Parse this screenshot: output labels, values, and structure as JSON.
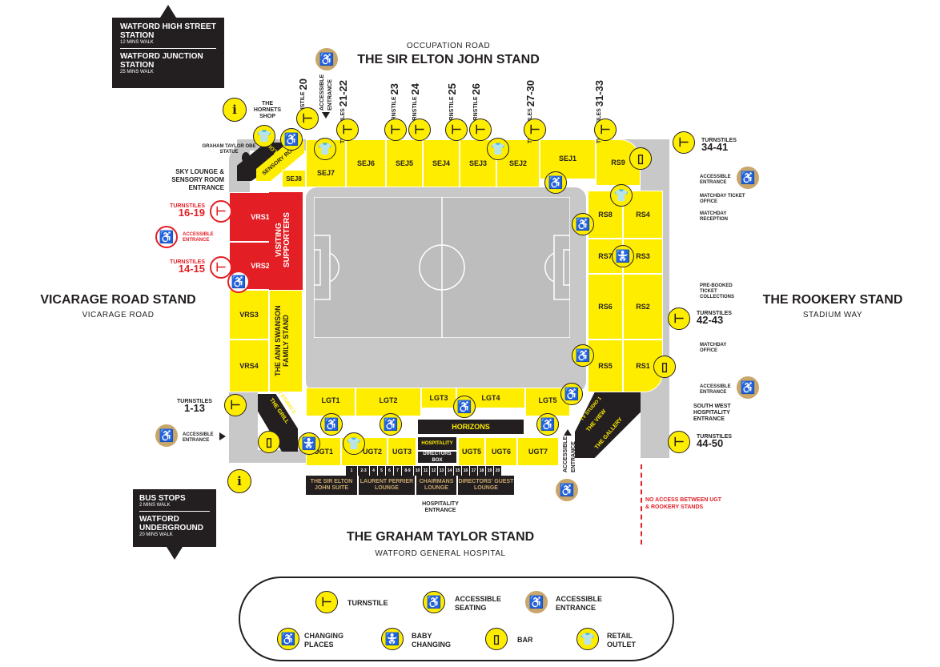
{
  "stations": {
    "high_street": "WATFORD HIGH STREET STATION",
    "high_street_walk": "12 MINS WALK",
    "junction": "WATFORD JUNCTION STATION",
    "junction_walk": "25 MINS WALK"
  },
  "buses": {
    "bus_stops": "BUS STOPS",
    "bus_walk": "2 MINS WALK",
    "underground": "WATFORD UNDERGROUND",
    "underground_walk": "20 MINS WALK"
  },
  "stands": {
    "north": "THE SIR ELTON JOHN STAND",
    "north_road": "OCCUPATION ROAD",
    "south": "THE GRAHAM TAYLOR STAND",
    "south_road": "WATFORD GENERAL HOSPITAL",
    "west": "VICARAGE ROAD STAND",
    "west_road": "VICARAGE ROAD",
    "east": "THE ROOKERY STAND",
    "east_road": "STADIUM WAY"
  },
  "north_turnstiles": [
    {
      "label": "TURNSTILE",
      "num": "20"
    },
    {
      "label": "TURNSTILES",
      "num": "21-22"
    },
    {
      "label": "TURNSTILE",
      "num": "23"
    },
    {
      "label": "TURNSTILE",
      "num": "24"
    },
    {
      "label": "TURNSTILE",
      "num": "25"
    },
    {
      "label": "TURNSTILE",
      "num": "26"
    },
    {
      "label": "TURNSTILES",
      "num": "27-30"
    },
    {
      "label": "TURNSTILES",
      "num": "31-33"
    }
  ],
  "north_access": "ACCESSIBLE ENTRANCE",
  "shop": "THE HORNETS SHOP",
  "statue": "GRAHAM TAYLOR OBE STATUE",
  "sky_lounge": "SKY LOUNGE & SENSORY ROOM ENTRANCE",
  "sky_lounge_block": "SKY LOUNGE",
  "sensory_block": "SENSORY ROOM",
  "sej": [
    "SEJ7",
    "SEJ6",
    "SEJ5",
    "SEJ4",
    "SEJ3",
    "SEJ2",
    "SEJ1",
    "SEJ8"
  ],
  "rs": [
    "RS9",
    "RS8",
    "RS4",
    "RS7",
    "RS3",
    "RS6",
    "RS2",
    "RS5",
    "RS1"
  ],
  "vrs": [
    "VRS1",
    "VRS2",
    "VRS3",
    "VRS4"
  ],
  "visiting": "VISITING SUPPORTERS",
  "family": "THE ANN SWANSON FAMILY STAND",
  "lgt": [
    "LGT1",
    "LGT2",
    "LGT3",
    "LGT4",
    "LGT5"
  ],
  "ugt": [
    "UGT1",
    "UGT2",
    "UGT3",
    "UGT5",
    "UGT6",
    "UGT7"
  ],
  "horizons": "HORIZONS",
  "hospitality": "HOSPITALITY",
  "directors_box": "DIRECTORS BOX",
  "boxes": [
    "1",
    "2-3",
    "4",
    "5",
    "6",
    "7",
    "8-9",
    "10",
    "11",
    "12",
    "13",
    "14",
    "15",
    "16",
    "17",
    "18",
    "19",
    "20"
  ],
  "lounges": [
    "THE SIR ELTON JOHN SUITE",
    "LAURENT PERRIER LOUNGE",
    "CHAIRMANS LOUNGE",
    "DIRECTORS' GUEST LOUNGE"
  ],
  "hospitality_entrance": "HOSPITALITY ENTRANCE",
  "tv_studio_1": "TV STUDIO 1",
  "tv_studio_2": "TV STUDIO 2",
  "the_grill": "THE GRILL",
  "the_view": "THE VIEW",
  "the_gallery": "THE GALLERY",
  "west_turnstiles": [
    {
      "label": "TURNSTILES",
      "num": "16-19"
    },
    {
      "label": "ACCESSIBLE ENTRANCE",
      "num": ""
    },
    {
      "label": "TURNSTILES",
      "num": "14-15"
    },
    {
      "label": "TURNSTILES",
      "num": "1-13"
    },
    {
      "label": "ACCESSIBLE ENTRANCE",
      "num": ""
    }
  ],
  "east_labels": [
    {
      "label": "TURNSTILES",
      "num": "34-41"
    },
    {
      "label": "ACCESSIBLE ENTRANCE",
      "num": ""
    },
    {
      "label": "MATCHDAY TICKET OFFICE",
      "num": ""
    },
    {
      "label": "MATCHDAY RECEPTION",
      "num": ""
    },
    {
      "label": "PRE-BOOKED TICKET COLLECTIONS",
      "num": ""
    },
    {
      "label": "TURNSTILES",
      "num": "42-43"
    },
    {
      "label": "MATCHDAY OFFICE",
      "num": ""
    },
    {
      "label": "ACCESSIBLE ENTRANCE",
      "num": ""
    },
    {
      "label": "SOUTH WEST HOSPITALITY ENTRANCE",
      "num": ""
    },
    {
      "label": "TURNSTILES",
      "num": "44-50"
    }
  ],
  "south_access": "ACCESSIBLE ENTRANCE",
  "no_access": "NO ACCESS BETWEEN UGT & ROOKERY STANDS",
  "legend": [
    {
      "icon": "turnstile-icon",
      "label": "TURNSTILE"
    },
    {
      "icon": "accessible-seating-icon",
      "label": "ACCESSIBLE SEATING"
    },
    {
      "icon": "accessible-entrance-icon",
      "label": "ACCESSIBLE ENTRANCE"
    },
    {
      "icon": "changing-places-icon",
      "label": "CHANGING PLACES"
    },
    {
      "icon": "baby-changing-icon",
      "label": "BABY CHANGING"
    },
    {
      "icon": "bar-icon",
      "label": "BAR"
    },
    {
      "icon": "retail-outlet-icon",
      "label": "RETAIL OUTLET"
    }
  ],
  "colors": {
    "yellow": "#ffed00",
    "red": "#e31e24",
    "black": "#231f20",
    "gold": "#c9a66b",
    "grey": "#c8c8c8"
  }
}
